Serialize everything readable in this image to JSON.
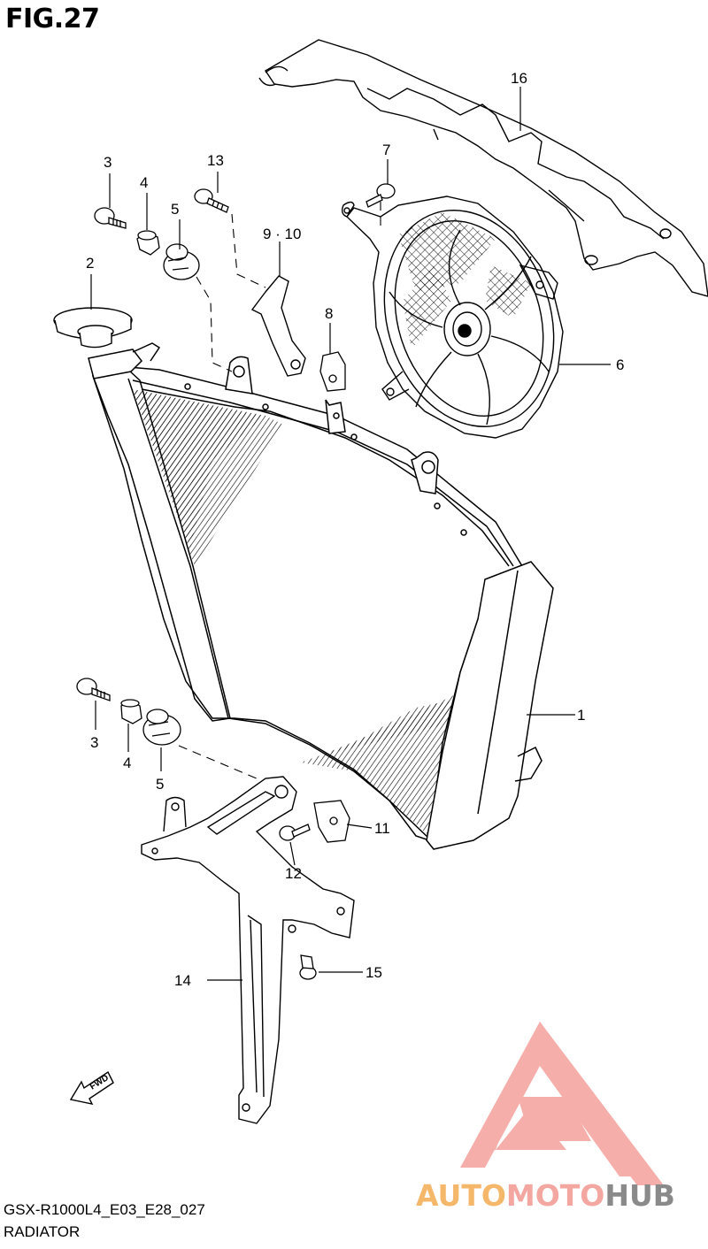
{
  "figure": {
    "title": "FIG.27",
    "model_code": "GSX-R1000L4_E03_E28_027",
    "section_name": "RADIATOR"
  },
  "callouts": {
    "c1": "1",
    "c2": "2",
    "c3_top": "3",
    "c3_bottom": "3",
    "c4_top": "4",
    "c4_bottom": "4",
    "c5_top": "5",
    "c5_bottom": "5",
    "c6": "6",
    "c7": "7",
    "c8": "8",
    "c9_10": "9 · 10",
    "c11": "11",
    "c12": "12",
    "c13": "13",
    "c14": "14",
    "c15": "15",
    "c16": "16"
  },
  "fwd_label": "FWD",
  "watermark": {
    "part1": "AUTO",
    "part2": "MOTO",
    "part3": "HUB",
    "colors": {
      "auto": "#f5b76a",
      "moto": "#f4a6a0",
      "hub": "#8a8a8a",
      "logo": "#f4a6a0"
    }
  }
}
